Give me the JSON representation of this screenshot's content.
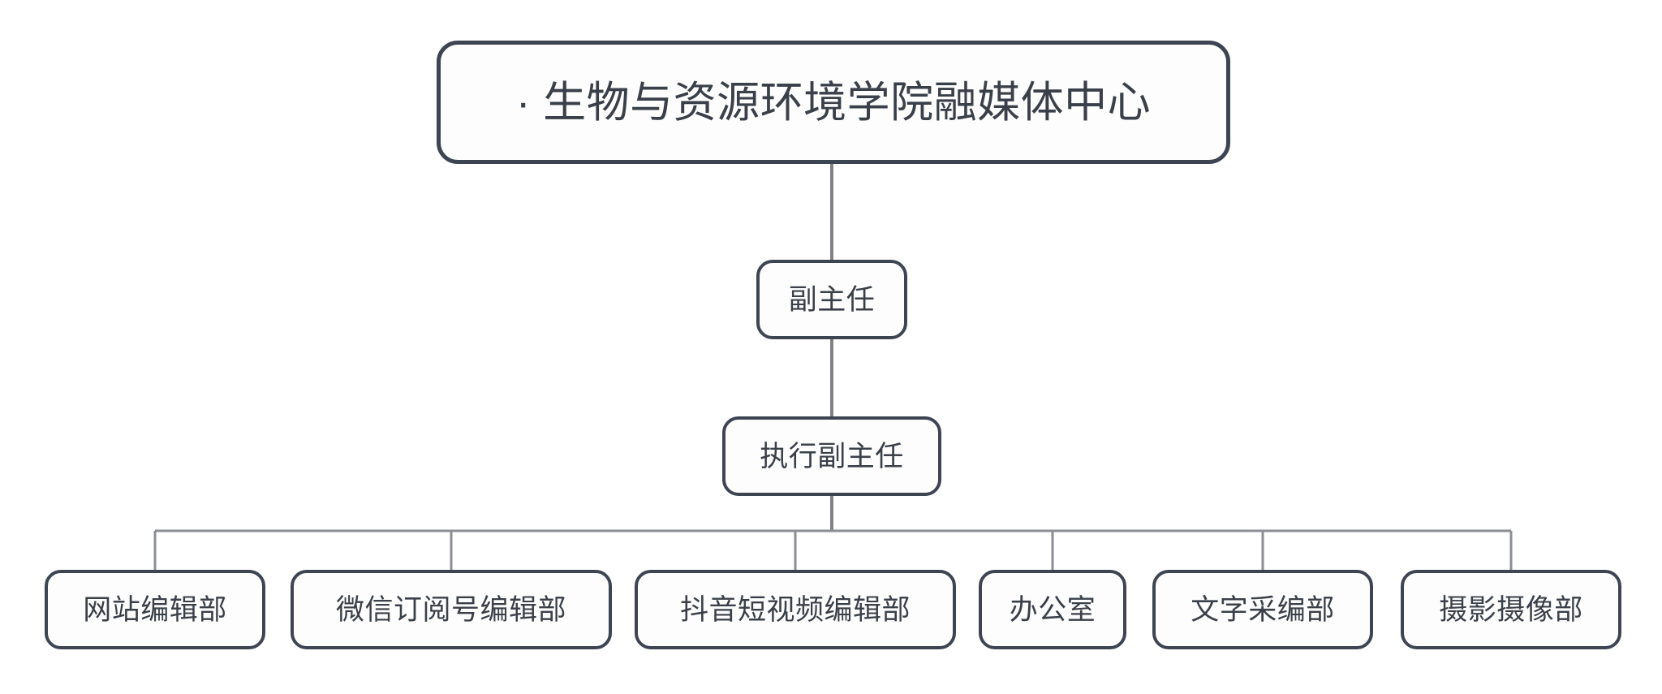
{
  "diagram": {
    "type": "organization-chart",
    "title": "· 生物与资源环境学院融媒体中心",
    "background_color": "#ffffff",
    "node_fill_color": "#fdfdfd",
    "node_border_color": "#3e4552",
    "connector_color": "#7f8288",
    "text_color": "#3a4049",
    "root": {
      "label": "· 生物与资源环境学院融媒体中心"
    },
    "deputy": {
      "label": "副主任"
    },
    "exec_deputy": {
      "label": "执行副主任"
    },
    "departments": [
      {
        "label": "网站编辑部"
      },
      {
        "label": "微信订阅号编辑部"
      },
      {
        "label": "抖音短视频编辑部"
      },
      {
        "label": "办公室"
      },
      {
        "label": "文字采编部"
      },
      {
        "label": "摄影摄像部"
      }
    ]
  }
}
